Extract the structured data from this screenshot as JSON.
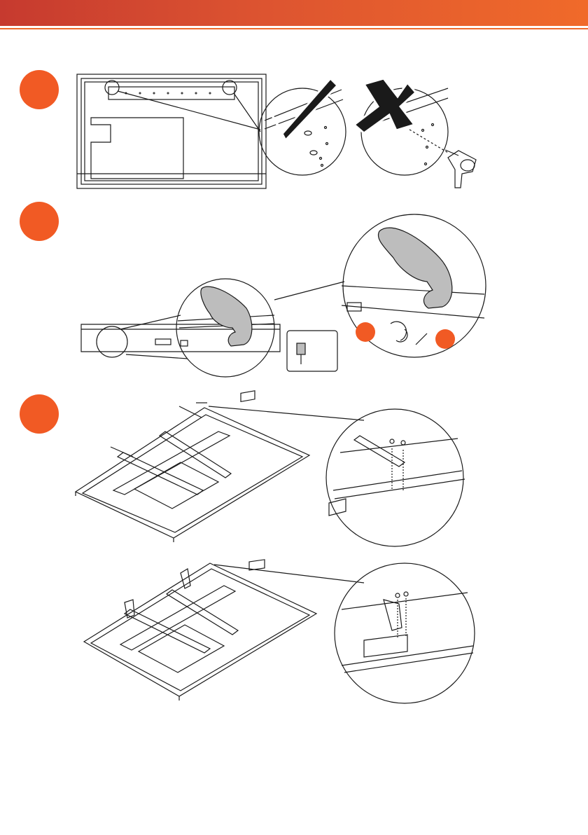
{
  "header": {
    "color_start": "#c63a2f",
    "color_end": "#f06a2a"
  },
  "steps": [
    {
      "id": "step-1",
      "color": "#f15a24"
    },
    {
      "id": "step-2",
      "color": "#f15a24"
    },
    {
      "id": "step-3",
      "color": "#f15a24"
    }
  ],
  "icons": {
    "correct": "checkmark-icon",
    "incorrect": "cross-icon",
    "tool": "drill-icon",
    "rotate": "rotate-arrows-icon"
  },
  "colors": {
    "accent": "#f15a24",
    "line": "#1a1a1a",
    "hand": "#bdbdbd"
  }
}
